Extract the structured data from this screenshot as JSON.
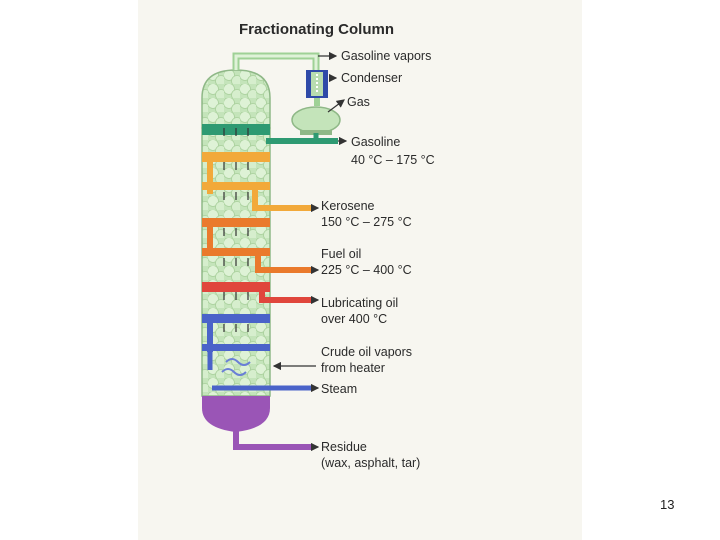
{
  "diagram": {
    "title": "Fractionating Column",
    "labels": {
      "gasoline_vapors": "Gasoline vapors",
      "condenser": "Condenser",
      "gas": "Gas",
      "gasoline": "Gasoline",
      "gasoline_temp": "40 °C – 175 °C",
      "kerosene": "Kerosene",
      "kerosene_temp": "150 °C – 275 °C",
      "fuel_oil": "Fuel oil",
      "fuel_oil_temp": "225 °C – 400 °C",
      "lubricating_oil": "Lubricating oil",
      "lubricating_oil_temp": "over 400 °C",
      "crude_vapors_1": "Crude oil vapors",
      "crude_vapors_2": "from heater",
      "steam": "Steam",
      "residue": "Residue",
      "residue_note": "(wax, asphalt, tar)"
    },
    "colors": {
      "gasoline": "#2e9a72",
      "kerosene": "#f2a93a",
      "fuel_oil": "#ea7a2c",
      "lubricating_oil": "#e0463c",
      "crude": "#4a63c9",
      "residue": "#9a55b6",
      "condenser": "#2f4aa8",
      "column_fill": "#c7e6bd"
    }
  },
  "page_number": "13"
}
